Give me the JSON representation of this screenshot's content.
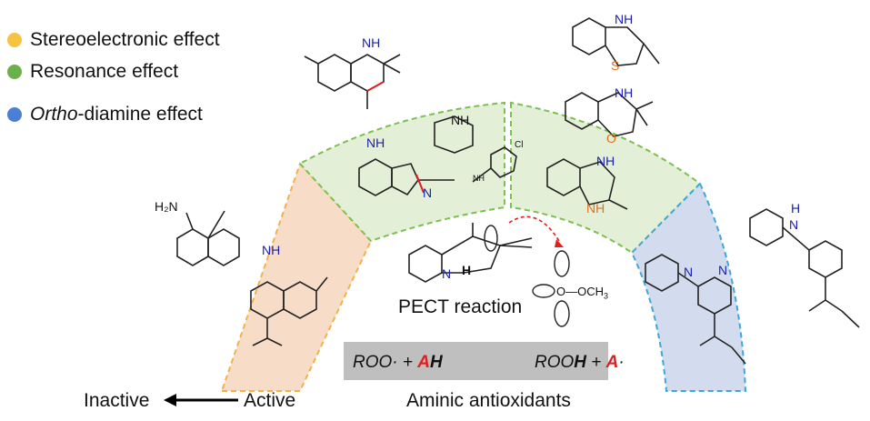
{
  "legend": {
    "items": [
      {
        "label": "Stereoelectronic effect",
        "color": "#f5c242"
      },
      {
        "label": "Resonance effect",
        "color": "#6ab04c"
      },
      {
        "label_italic": "Ortho",
        "label_rest": "-diamine effect",
        "color": "#4a7fd4"
      }
    ]
  },
  "center": {
    "pect_label": "PECT reaction",
    "title": "Aminic antioxidants",
    "methoxy": "O—OCH",
    "methoxy_sub": "3",
    "h_label": "H"
  },
  "equation": {
    "lhs_radical": "ROO· + ",
    "lhs_A": "A",
    "lhs_H": "H",
    "rhs_radical": "ROO",
    "rhs_H": "H",
    "rhs_plus": " + ",
    "rhs_A": "A",
    "rhs_dot": "·"
  },
  "activity": {
    "inactive": "Inactive",
    "active": "Active"
  },
  "atoms": {
    "nh": "NH",
    "n": "N",
    "h": "H",
    "h2n": "H₂N",
    "s": "S",
    "o": "O",
    "cl": "Cl",
    "nh_small": "NH"
  },
  "colors": {
    "stereo_fill": "#f7dcc8",
    "stereo_border": "#f2b24a",
    "reso_fill": "#e3efd7",
    "reso_border": "#7cc04f",
    "ortho_fill": "#d3dcef",
    "ortho_border": "#3ea6d8",
    "accent_red": "#e02020",
    "nitrogen_blue": "#1a20b0"
  }
}
